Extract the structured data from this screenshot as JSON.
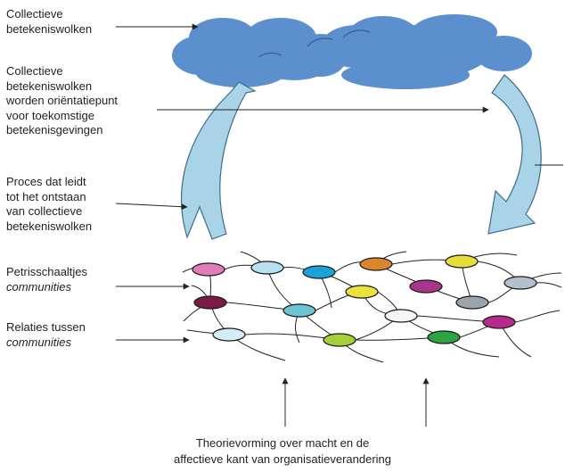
{
  "labels": {
    "clouds": "Collectieve\nbetekeniswolken",
    "orientation": "Collectieve\nbetekeniswolken\nworden oriëntatiepunt\nvoor toekomstige\nbetekenisgevingen",
    "process": "Proces dat leidt\ntot het ontstaan\nvan collectieve\nbetekeniswolken",
    "petri_line1": "Petrisschaaltjes",
    "petri_line2": "communities",
    "relations_line1": "Relaties tussen",
    "relations_line2": "communities"
  },
  "footer": {
    "line1": "Theorievorming over macht en de",
    "line2": "affectieve kant van organisatieverandering"
  },
  "colors": {
    "cloud_fill": "#5c8fce",
    "cloud_stroke": "#2f5e9a",
    "arrow_fill": "#a9d4e8",
    "arrow_stroke": "#3f6c8a",
    "line": "#222222"
  },
  "communities": [
    {
      "name": "pink",
      "color": "#e27cb8"
    },
    {
      "name": "light-blue",
      "color": "#b6e0f2"
    },
    {
      "name": "cyan",
      "color": "#1ba2d8"
    },
    {
      "name": "orange",
      "color": "#d9862e"
    },
    {
      "name": "yellow-top",
      "color": "#e6dc3a"
    },
    {
      "name": "yellow-mid",
      "color": "#ece23d"
    },
    {
      "name": "purple",
      "color": "#a8348c"
    },
    {
      "name": "grey-right",
      "color": "#b3c1ca"
    },
    {
      "name": "maroon",
      "color": "#7a1a46"
    },
    {
      "name": "teal",
      "color": "#6cc4d4"
    },
    {
      "name": "white",
      "color": "#f6f6f6"
    },
    {
      "name": "grey-mid",
      "color": "#9aa5ad"
    },
    {
      "name": "magenta",
      "color": "#b8288f"
    },
    {
      "name": "pale-blue",
      "color": "#d3ecf6"
    },
    {
      "name": "lime",
      "color": "#a5d038"
    },
    {
      "name": "green",
      "color": "#2ea343"
    }
  ]
}
